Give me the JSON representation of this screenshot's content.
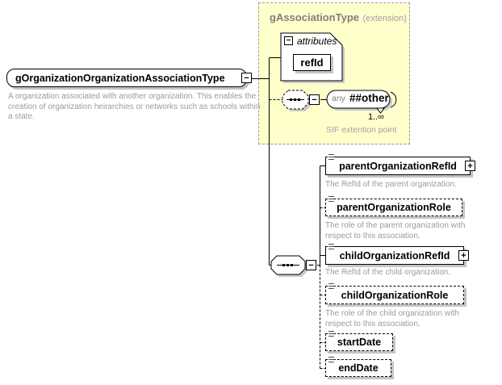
{
  "diagram": {
    "glyphs": {
      "collapse": "−",
      "expand": "+"
    },
    "colors": {
      "extension_background": "#FFFFCC",
      "extension_border": "#9a9a9a",
      "annotation_text": "#9b9b9b",
      "box_border": "#000000",
      "shadow": "#c4c4c4"
    },
    "root": {
      "name": "gOrganizationOrganizationAssociationType",
      "description": "A organization associated with another organization. This enables the creation of organization heirarchies or networks such as schools within a state."
    },
    "extension": {
      "title": "gAssociationType",
      "suffix": "(extension)",
      "attributes": {
        "label": "attributes",
        "items": [
          {
            "name": "refId"
          }
        ]
      },
      "any": {
        "prefix": "any",
        "name": "##other",
        "occurrence": "1..∞",
        "note": "SIF extention point"
      }
    },
    "children": [
      {
        "name": "parentOrganizationRefId",
        "description": "The RefId of the parent organization."
      },
      {
        "name": "parentOrganizationRole",
        "description": "The role of the parent organization with respect to this association."
      },
      {
        "name": "childOrganizationRefId",
        "description": "The RefId of the child organization."
      },
      {
        "name": "childOrganizationRole",
        "description": "The role of the child organization with respect to this association."
      },
      {
        "name": "startDate",
        "description": ""
      },
      {
        "name": "endDate",
        "description": ""
      }
    ]
  }
}
